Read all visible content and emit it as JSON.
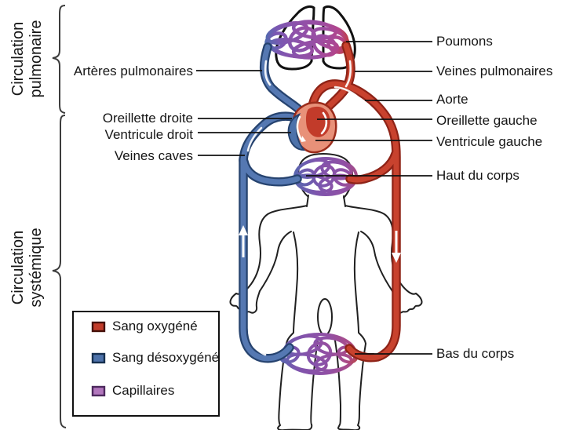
{
  "section_titles": {
    "pulmonary": {
      "line1": "Circulation",
      "line2": "pulmonaire"
    },
    "systemic": {
      "line1": "Circulation",
      "line2": "systémique"
    }
  },
  "labels": {
    "arteres_pulmonaires": "Artères pulmonaires",
    "oreillette_droite": "Oreillette droite",
    "ventricule_droit": "Ventricule droit",
    "veines_caves": "Veines caves",
    "poumons": "Poumons",
    "veines_pulmonaires": "Veines pulmonaires",
    "aorte": "Aorte",
    "oreillette_gauche": "Oreillette gauche",
    "ventricule_gauche": "Ventricule gauche",
    "haut_du_corps": "Haut du corps",
    "bas_du_corps": "Bas du corps"
  },
  "legend": {
    "items": [
      {
        "label": "Sang oxygéné",
        "color": "#c13b2a",
        "border": "#441008"
      },
      {
        "label": "Sang désoxygéné",
        "color": "#4d72aa",
        "border": "#16304f"
      },
      {
        "label": "Capillaires",
        "color": "#b277bd",
        "border": "#4d2a5e"
      }
    ]
  },
  "colors": {
    "oxygenated_blood": "#c8422e",
    "deoxygenated_blood": "#5578b2",
    "capillary_purple": "#8a55a8",
    "outline_black": "#1a1a1a"
  }
}
